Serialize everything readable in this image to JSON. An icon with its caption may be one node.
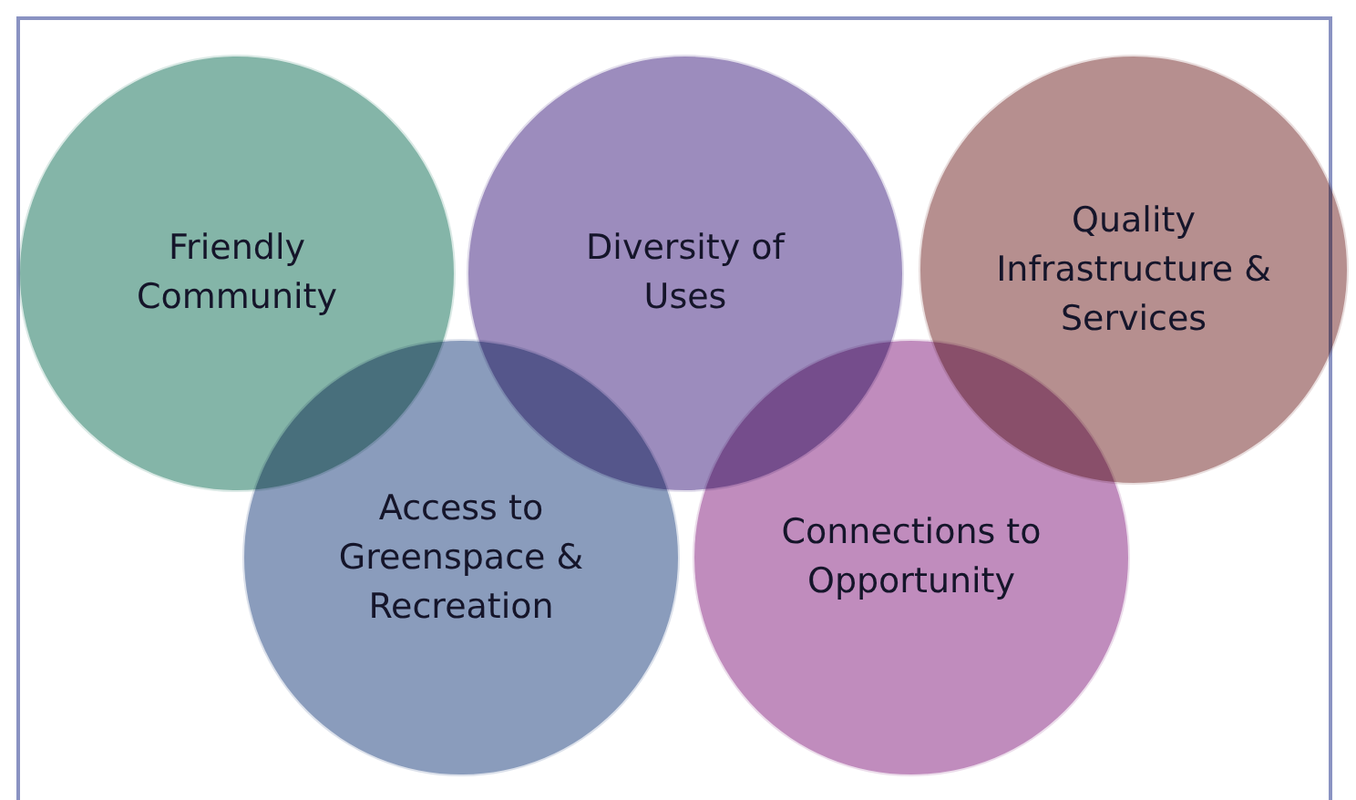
{
  "diagram": {
    "nodes": [
      {
        "text": [
          "Friendly Community"
        ]
      },
      {
        "text": [
          "Diversity of Uses"
        ]
      },
      {
        "text": [
          "Quality Infrastructure & Services"
        ]
      },
      {
        "text": [
          "Access to Greenspace & Recreation"
        ]
      },
      {
        "text": [
          "Connections to Opportunity"
        ]
      }
    ]
  }
}
